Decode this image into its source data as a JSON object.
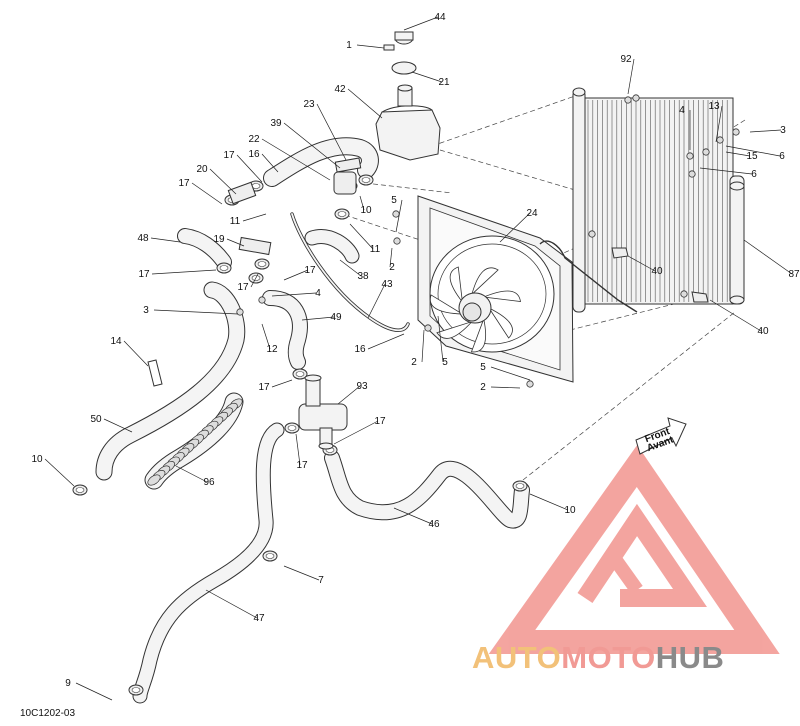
{
  "figure": {
    "id": "10C1202-03"
  },
  "direction": {
    "line1": "Front",
    "line2": "Avant"
  },
  "watermark": {
    "part1": "AUTO",
    "part2": "MOTO",
    "part3": "HUB"
  },
  "callouts": [
    {
      "n": "44"
    },
    {
      "n": "1"
    },
    {
      "n": "21"
    },
    {
      "n": "42"
    },
    {
      "n": "23"
    },
    {
      "n": "39"
    },
    {
      "n": "22"
    },
    {
      "n": "17"
    },
    {
      "n": "16"
    },
    {
      "n": "20"
    },
    {
      "n": "17"
    },
    {
      "n": "10"
    },
    {
      "n": "5"
    },
    {
      "n": "11"
    },
    {
      "n": "11"
    },
    {
      "n": "48"
    },
    {
      "n": "19"
    },
    {
      "n": "17"
    },
    {
      "n": "17"
    },
    {
      "n": "17"
    },
    {
      "n": "38"
    },
    {
      "n": "2"
    },
    {
      "n": "43"
    },
    {
      "n": "4"
    },
    {
      "n": "3"
    },
    {
      "n": "49"
    },
    {
      "n": "12"
    },
    {
      "n": "16"
    },
    {
      "n": "14"
    },
    {
      "n": "17"
    },
    {
      "n": "93"
    },
    {
      "n": "50"
    },
    {
      "n": "17"
    },
    {
      "n": "17"
    },
    {
      "n": "10"
    },
    {
      "n": "96"
    },
    {
      "n": "46"
    },
    {
      "n": "10"
    },
    {
      "n": "7"
    },
    {
      "n": "47"
    },
    {
      "n": "9"
    },
    {
      "n": "92"
    },
    {
      "n": "4"
    },
    {
      "n": "13"
    },
    {
      "n": "3"
    },
    {
      "n": "15"
    },
    {
      "n": "6"
    },
    {
      "n": "6"
    },
    {
      "n": "24"
    },
    {
      "n": "40"
    },
    {
      "n": "87"
    },
    {
      "n": "40"
    },
    {
      "n": "2"
    },
    {
      "n": "5"
    },
    {
      "n": "5"
    },
    {
      "n": "2"
    }
  ]
}
